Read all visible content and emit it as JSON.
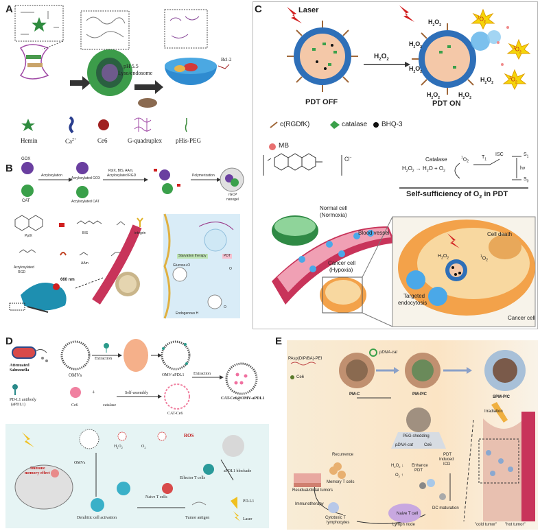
{
  "panels": {
    "A": {
      "letter": "A",
      "arrow_label_line1": "pH 5.5",
      "arrow_label_line2": "Lyso/endosome",
      "bcl2": "Bcl-2",
      "legend": [
        "Hemin",
        "Ca",
        "Ce6",
        "G-quadruplex",
        "pHis-PEG"
      ],
      "ca_sup": "2+"
    },
    "B": {
      "letter": "B",
      "gox": "GOX",
      "cat": "CAT",
      "step1": "Acryloxylation",
      "acryl_gox": "Acryloxylated GOX",
      "acryl_cat": "Acryloxylated CAT",
      "step2_line1": "PpIX, BIS, AAm,",
      "step2_line2": "Acryloxylated RGD",
      "step3": "Polymerization",
      "product_line1": "rGCP",
      "product_line2": "nanogel",
      "ppix": "PpIX",
      "bis": "BIS",
      "integrin": "integrin",
      "aam": "AAm",
      "acryl_rgd_line1": "Acryloxylated",
      "acryl_rgd_line2": "RGD",
      "size": "660 nm",
      "starvation": "Starvation therapy",
      "pdt": "PDT",
      "glucose": "Glucose+O",
      "endogenous": "Endogenous H",
      "o2": "O",
      "singlet": "O"
    },
    "C": {
      "letter": "C",
      "laser": "Laser",
      "pdt_off": "PDT OFF",
      "pdt_on": "PDT ON",
      "h2o2": "H2O2",
      "singlet_o2": "1O2",
      "legend_rgd": "c(RGDfK)",
      "legend_catalase": "catalase",
      "legend_bhq": "BHQ-3",
      "mb": "MB",
      "cl": "Cl",
      "catalase_label": "Catalase",
      "reaction": "H2O2 → H2O + O2",
      "t1": "T",
      "isc": "ISC",
      "s1": "S",
      "s0": "S",
      "hv": "hv",
      "self_sufficiency": "Self-sufficiency of O",
      "normal_cell_line1": "Normal cell",
      "normal_cell_line2": "(Normoxia)",
      "blood_vessel": "Blood vessel",
      "cancer_cell_line1": "Cancer cell",
      "cancer_cell_line2": "(Hypoxia)",
      "cell_death": "Cell death",
      "targeted_line1": "Targeted",
      "targeted_line2": "endocytosis",
      "cancer_cell": "Cancer cell"
    },
    "D": {
      "letter": "D",
      "salmonella_line1": "Attenuated",
      "salmonella_line2": "Salmonella",
      "omvs": "OMVs",
      "extraction": "Extraction",
      "omv_apdl1": "OMV-aPDL1",
      "extraction2": "Extraction",
      "pdl1_line1": "PD-L1 antibody",
      "pdl1_line2": "(aPDL1)",
      "ce6": "Ce6",
      "catalase": "catalase",
      "self_assembly": "Self-assembly",
      "cat_ce6": "CAT-Ce6",
      "final": "CAT-Ce6@OMV-aPDL1",
      "immune_line1": "Immune",
      "immune_line2": "memory effect",
      "omvs2": "OMVs",
      "h2o2": "H",
      "o2": "O",
      "ros": "ROS",
      "effector": "Effector T cells",
      "apdl1_blockade": "aPDL1 blockade",
      "naive": "Naive T cells",
      "pdl1": "PD-L1",
      "dendritic": "Dendritic cell activation",
      "tumor_antigen": "Tumor antigen",
      "laser": "Laser"
    },
    "E": {
      "letter": "E",
      "polymer": "PAsp(DIP/BA)-PEI",
      "ce6": "Ce6",
      "pdna_cat": "pDNA-cat",
      "pmc": "PM-C",
      "pmpc": "PM-P/C",
      "spmpc": "SPM-P/C",
      "peg_shedding": "PEG shedding",
      "pdna_cat2": "pDNA-cat",
      "ce6_2": "Ce6",
      "recurrence": "Recurrence",
      "enhance_pdt_line1": "Enhance",
      "enhance_pdt_line2": "PDT",
      "pdt_icd_line1": "PDT",
      "pdt_icd_line2": "Induced",
      "pdt_icd_line3": "ICD",
      "residual": "Residual/distal tumors",
      "memory": "Memory T cells",
      "immunotherapy": "Immunotherapy",
      "naive": "Naive T cell",
      "cytotoxic_line1": "Cytotoxic T",
      "cytotoxic_line2": "lymphocytes",
      "lymph": "Lymph node",
      "dc": "DC maturation",
      "irradiation": "Irradiation",
      "cold": "\"cold tumor\"",
      "hot": "\"hot tumor\""
    }
  },
  "colors": {
    "panel_c_border": "#b9b9b9",
    "nanoparticle_blue": "#2e6fb8",
    "nanoparticle_core": "#f4c8a8",
    "vessel_red": "#c8345a",
    "cell_orange": "#f3a24a",
    "panel_e_bg": "#f8ecd6",
    "panel_b_bg": "#d9ecf7",
    "panel_d_bg": "#e6f4f4"
  },
  "icons": [
    "laser-bolt-icon",
    "mouse-icon",
    "syringe-icon",
    "star-icon"
  ]
}
